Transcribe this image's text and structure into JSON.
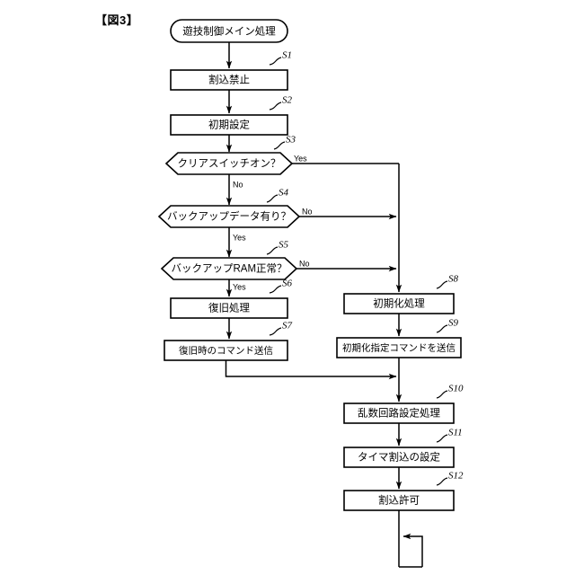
{
  "figure": {
    "caption": "【図3】"
  },
  "flow": {
    "start": {
      "id": "start",
      "label": "遊技制御メイン処理",
      "shape": "terminator"
    },
    "nodes": [
      {
        "id": "s1",
        "step": "S1",
        "label": "割込禁止",
        "shape": "process",
        "column": "left"
      },
      {
        "id": "s2",
        "step": "S2",
        "label": "初期設定",
        "shape": "process",
        "column": "left"
      },
      {
        "id": "s3",
        "step": "S3",
        "label": "クリアスイッチオン？",
        "shape": "decision",
        "column": "left"
      },
      {
        "id": "s4",
        "step": "S4",
        "label": "バックアップデータ有り？",
        "shape": "decision",
        "column": "left"
      },
      {
        "id": "s5",
        "step": "S5",
        "label": "バックアップRAM正常？",
        "shape": "decision",
        "column": "left"
      },
      {
        "id": "s6",
        "step": "S6",
        "label": "復旧処理",
        "shape": "process",
        "column": "left"
      },
      {
        "id": "s7",
        "step": "S7",
        "label": "復旧時のコマンド送信",
        "shape": "process",
        "column": "left"
      },
      {
        "id": "s8",
        "step": "S8",
        "label": "初期化処理",
        "shape": "process",
        "column": "right"
      },
      {
        "id": "s9",
        "step": "S9",
        "label": "初期化指定コマンドを送信",
        "shape": "process",
        "column": "right"
      },
      {
        "id": "s10",
        "step": "S10",
        "label": "乱数回路設定処理",
        "shape": "process",
        "column": "right"
      },
      {
        "id": "s11",
        "step": "S11",
        "label": "タイマ割込の設定",
        "shape": "process",
        "column": "right"
      },
      {
        "id": "s12",
        "step": "S12",
        "label": "割込許可",
        "shape": "process",
        "column": "right"
      }
    ],
    "branches": [
      {
        "from": "s3",
        "label": "Yes",
        "to": "s8"
      },
      {
        "from": "s3",
        "label": "No",
        "to": "s4"
      },
      {
        "from": "s4",
        "label": "No",
        "to": "s8"
      },
      {
        "from": "s4",
        "label": "Yes",
        "to": "s5"
      },
      {
        "from": "s5",
        "label": "No",
        "to": "s8"
      },
      {
        "from": "s5",
        "label": "Yes",
        "to": "s6"
      }
    ],
    "loop": {
      "from": "s12",
      "label": ""
    }
  },
  "colors": {
    "stroke": "#000000",
    "fill": "#ffffff",
    "background": "#ffffff"
  }
}
